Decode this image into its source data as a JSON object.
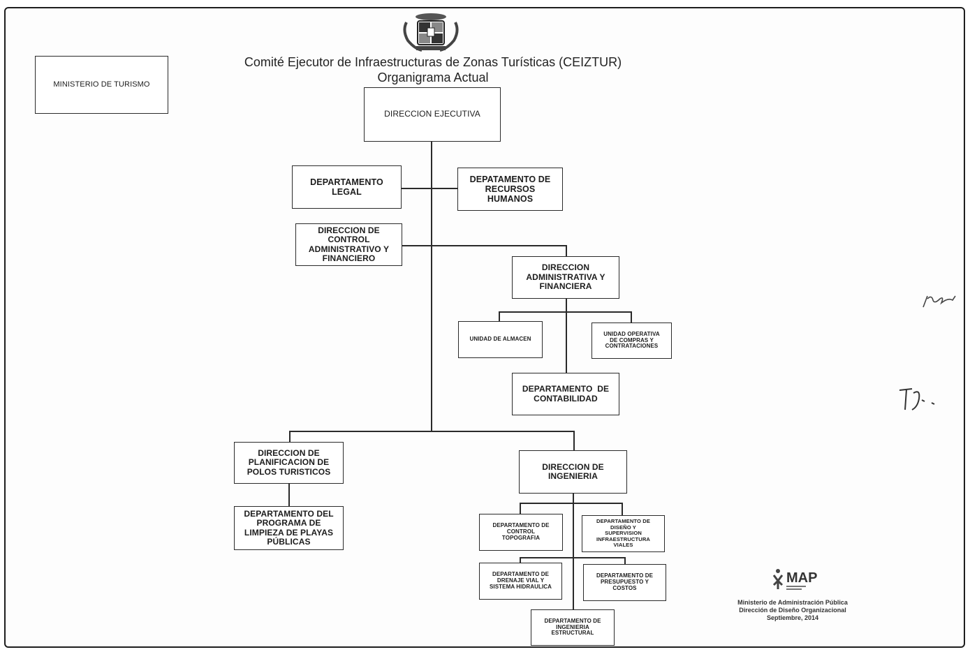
{
  "header": {
    "title_line1": "Comité Ejecutor de Infraestructuras de Zonas Turísticas (CEIZTUR)",
    "title_line2": "Organigrama Actual"
  },
  "nodes": {
    "ministerio": "MINISTERIO DE TURISMO",
    "direccion_ejecutiva": "DIRECCION EJECUTIVA",
    "depto_legal": [
      "DEPARTAMENTO",
      "LEGAL"
    ],
    "depto_rrhh": [
      "DEPATAMENTO DE",
      "RECURSOS",
      "HUMANOS"
    ],
    "dir_control": [
      "DIRECCION DE",
      "CONTROL",
      "ADMINISTRATIVO Y",
      "FINANCIERO"
    ],
    "dir_admin": [
      "DIRECCION",
      "ADMINISTRATIVA Y",
      "FINANCIERA"
    ],
    "unidad_almacen": "UNIDAD DE ALMACEN",
    "unidad_compras": [
      "UNIDAD OPERATIVA",
      "DE COMPRAS Y",
      "CONTRATACIONES"
    ],
    "depto_contabilidad": [
      "DEPARTAMENTO  DE",
      "CONTABILIDAD"
    ],
    "dir_planificacion": [
      "DIRECCION DE",
      "PLANIFICACION DE",
      "POLOS TURISTICOS"
    ],
    "depto_limpieza": [
      "DEPARTAMENTO DEL",
      "PROGRAMA DE",
      "LIMPIEZA DE PLAYAS",
      "PÚBLICAS"
    ],
    "dir_ingenieria": [
      "DIRECCION DE",
      "INGENIERIA"
    ],
    "depto_topografia": [
      "DEPARTAMENTO DE",
      "CONTROL",
      "TOPOGRAFIA"
    ],
    "depto_diseno": [
      "DEPARTAMENTO DE",
      "DISEÑO Y",
      "SUPERVISION",
      "INFRAESTRUCTURA",
      "VIALES"
    ],
    "depto_drenaje": [
      "DEPARTAMENTO DE",
      "DRENAJE VIAL Y",
      "SISTEMA HIDRAULICA"
    ],
    "depto_presupuesto": [
      "DEPARTAMENTO DE",
      "PRESUPUESTO Y",
      "COSTOS"
    ],
    "depto_estructural": [
      "DEPARTAMENTO DE",
      "INGENIERIA",
      "ESTRUCTURAL"
    ]
  },
  "footer": {
    "logo_text": "MAP",
    "line1": "Ministerio de Administración Pública",
    "line2": "Dirección de Diseño Organizacional",
    "line3": "Septiembre, 2014"
  },
  "colors": {
    "line": "#2a2a2a",
    "text": "#1c1c1c",
    "background": "#ffffff"
  },
  "icons": [
    "coat-of-arms-icon",
    "map-logo-icon"
  ]
}
